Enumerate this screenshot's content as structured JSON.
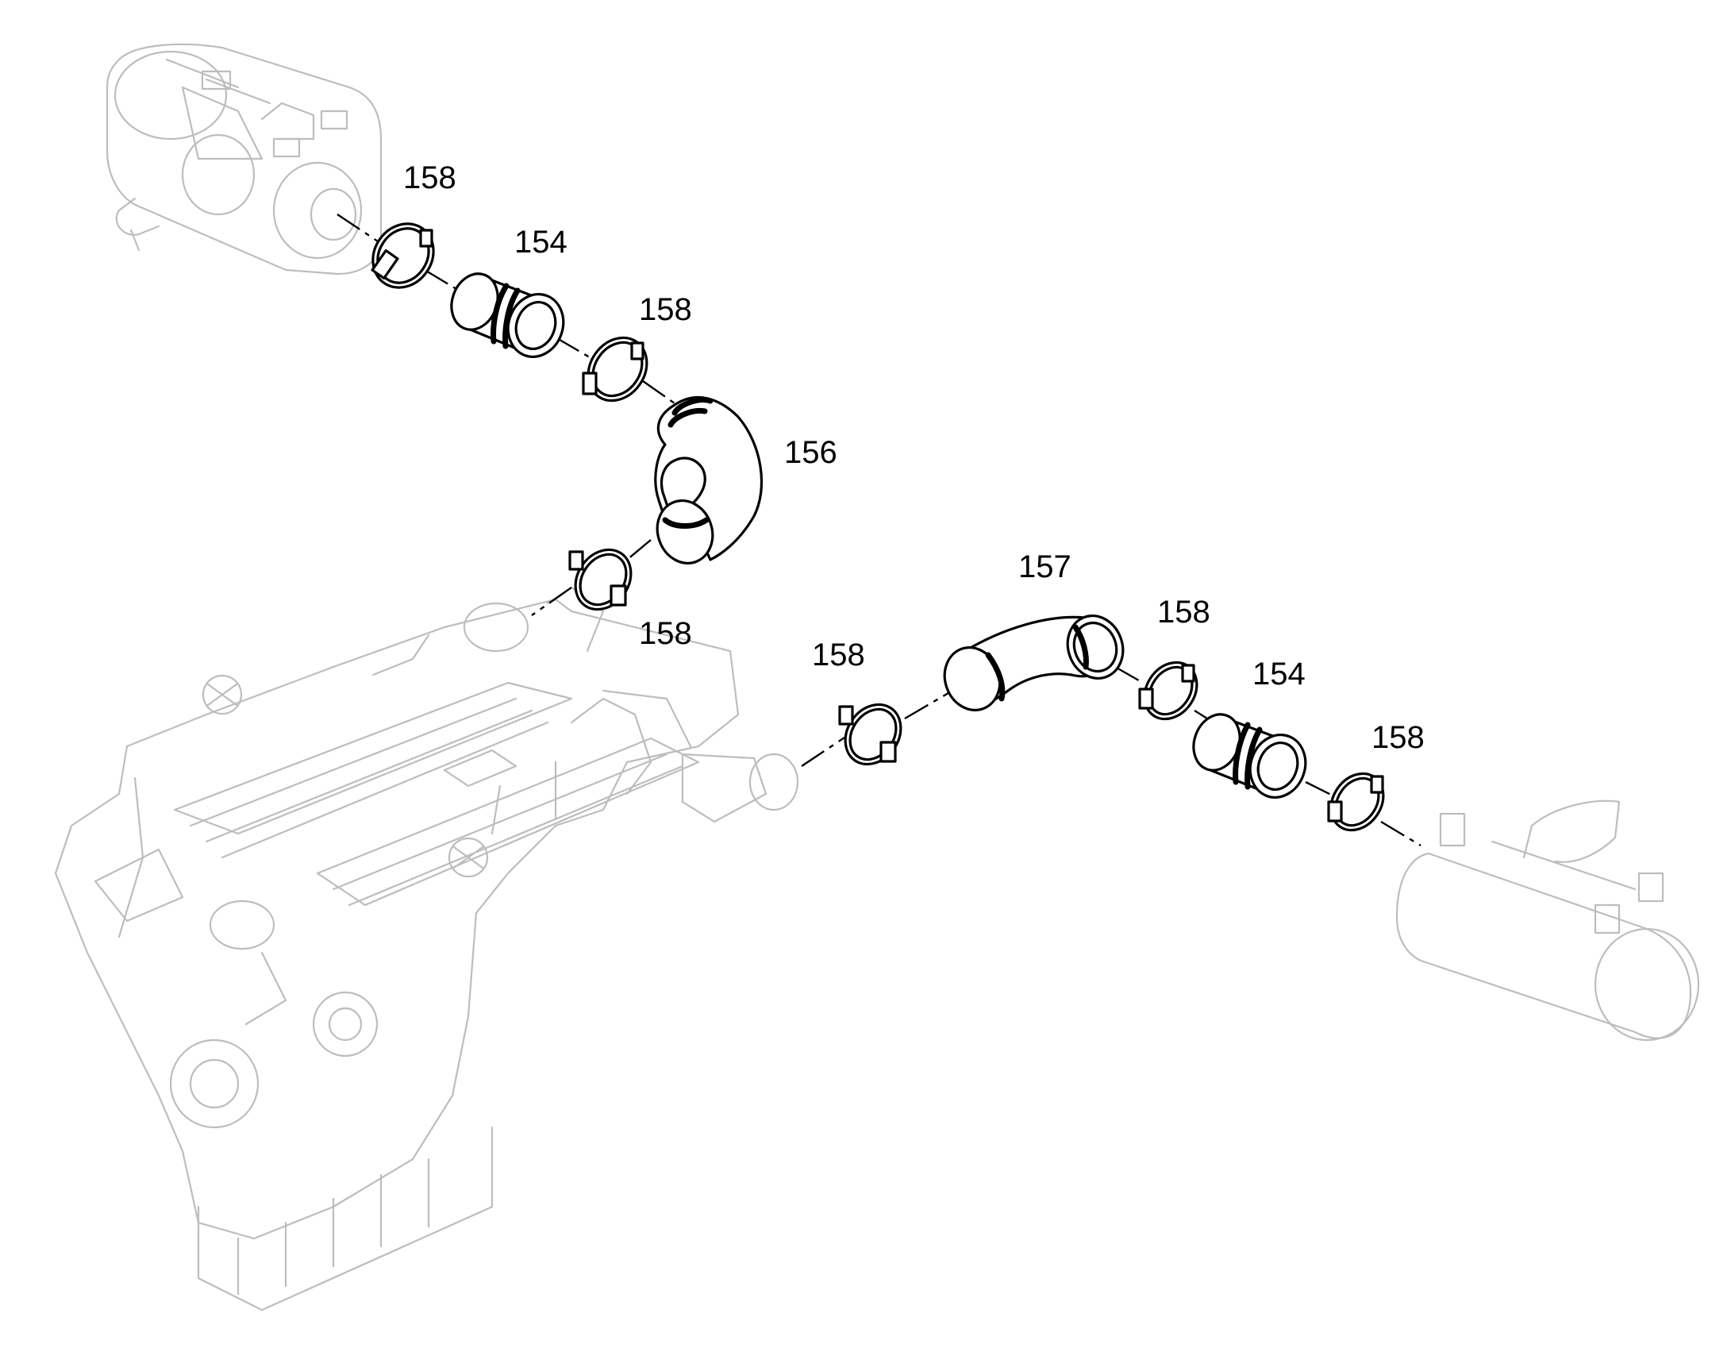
{
  "callouts": {
    "c1": "158",
    "c2": "154",
    "c3": "158",
    "c4": "156",
    "c5": "158",
    "c6": "157",
    "c7": "158",
    "c8": "158",
    "c9": "154",
    "c10": "158"
  },
  "colors": {
    "parts": "#000000",
    "background_assemblies": "#bdbdbd",
    "background": "#ffffff"
  }
}
